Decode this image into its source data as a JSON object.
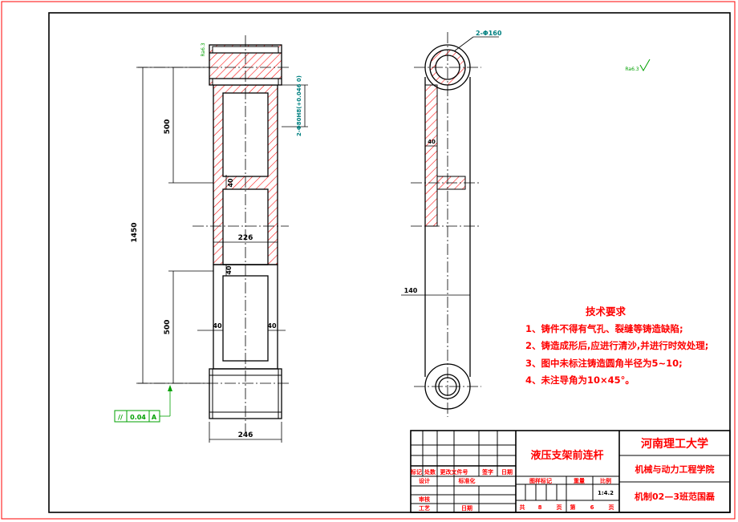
{
  "drawing": {
    "part_name": "液压支架前连杆",
    "university": "河南理工大学",
    "college": "机械与动力工程学院",
    "class_author": "机制02—3班范国磊",
    "scale": "1:4.2",
    "sheet_total_prefix": "共",
    "sheet_total": "8",
    "sheet_unit": "页",
    "sheet_no_prefix": "第",
    "sheet_no": "6",
    "sheet_no_unit": "页"
  },
  "title_block": {
    "rev_headers": [
      "标记",
      "处数",
      "更改文件号",
      "签字",
      "日期"
    ],
    "design": "设计",
    "standardize": "标准化",
    "review": "审核",
    "process": "工艺",
    "date": "日期",
    "drawing_mark": "图样标记",
    "weight": "重量",
    "ratio": "比例"
  },
  "requirements": {
    "title": "技术要求",
    "items": [
      "1、铸件不得有气孔、裂缝等铸造缺陷;",
      "2、铸造成形后,应进行清沙,并进行时效处理;",
      "3、图中未标注铸造圆角半径为5~10;",
      "4、未注导角为10×45°。"
    ]
  },
  "dimensions": {
    "total_length": "1450",
    "upper_span": "500",
    "lower_span": "500",
    "rib_upper": "40",
    "rib_middle": "40",
    "web_left": "40",
    "web_right": "40",
    "inner_width": "226",
    "outer_width": "246",
    "bore_fit": "2-Φ80H8(+0.046 0)",
    "bore_fit_side": "2-Φ160",
    "side_width": "140",
    "side_rib": "40",
    "roughness_top": "Ra6.3",
    "roughness_general": "Ra6.3"
  },
  "tolerance": {
    "symbol": "//",
    "value": "0.04",
    "datum": "A"
  },
  "colors": {
    "line": "#ff0000",
    "dim": "#008000",
    "hatch": "#ff0000",
    "frame": "#000000",
    "tolerance": "#00a000"
  }
}
